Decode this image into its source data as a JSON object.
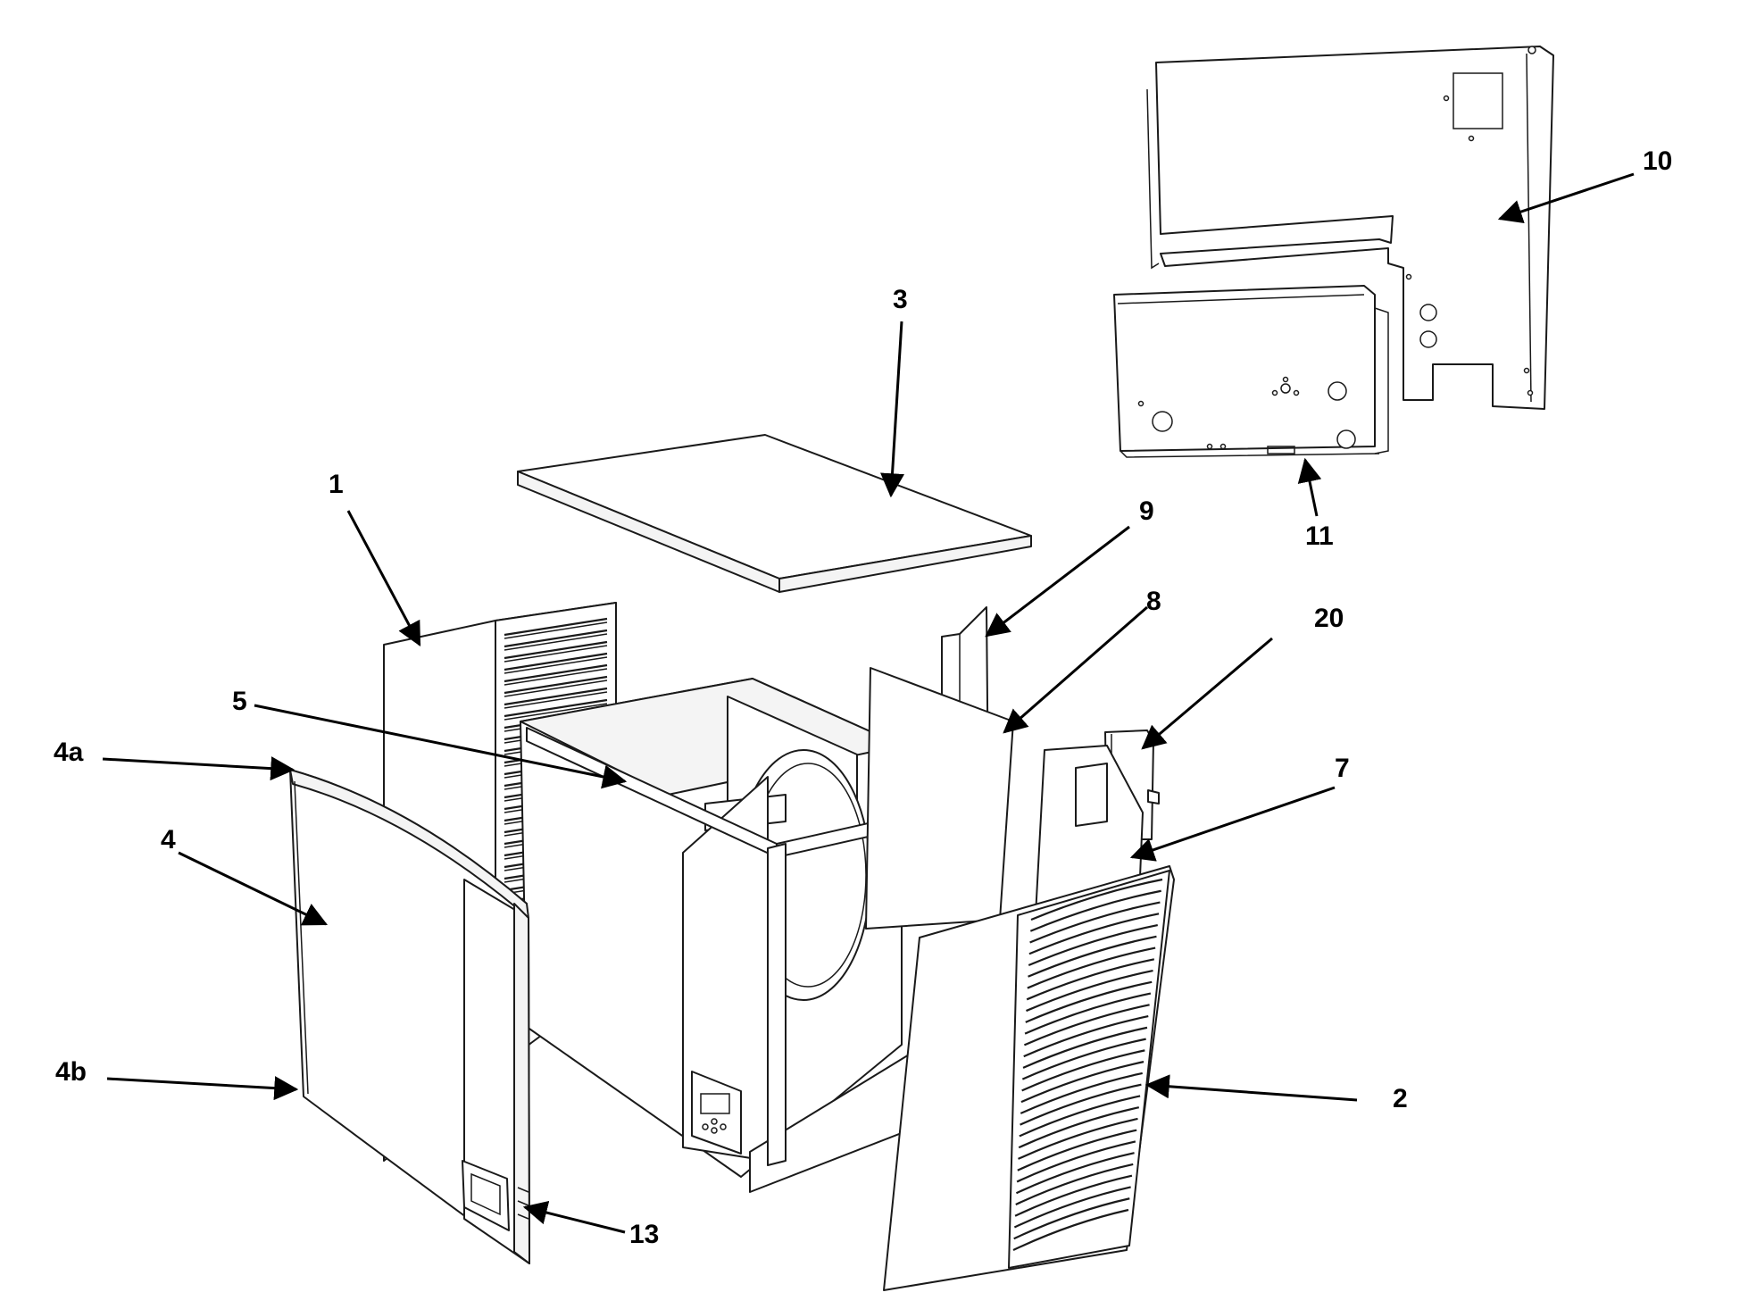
{
  "callouts": [
    {
      "id": "1",
      "label": "1"
    },
    {
      "id": "2",
      "label": "2"
    },
    {
      "id": "3",
      "label": "3"
    },
    {
      "id": "4",
      "label": "4"
    },
    {
      "id": "4a",
      "label": "4a"
    },
    {
      "id": "4b",
      "label": "4b"
    },
    {
      "id": "5",
      "label": "5"
    },
    {
      "id": "7",
      "label": "7"
    },
    {
      "id": "8",
      "label": "8"
    },
    {
      "id": "9",
      "label": "9"
    },
    {
      "id": "10",
      "label": "10"
    },
    {
      "id": "11",
      "label": "11"
    },
    {
      "id": "13",
      "label": "13"
    },
    {
      "id": "20",
      "label": "20"
    }
  ],
  "controller_display": {
    "icon": "control-panel-icon"
  }
}
